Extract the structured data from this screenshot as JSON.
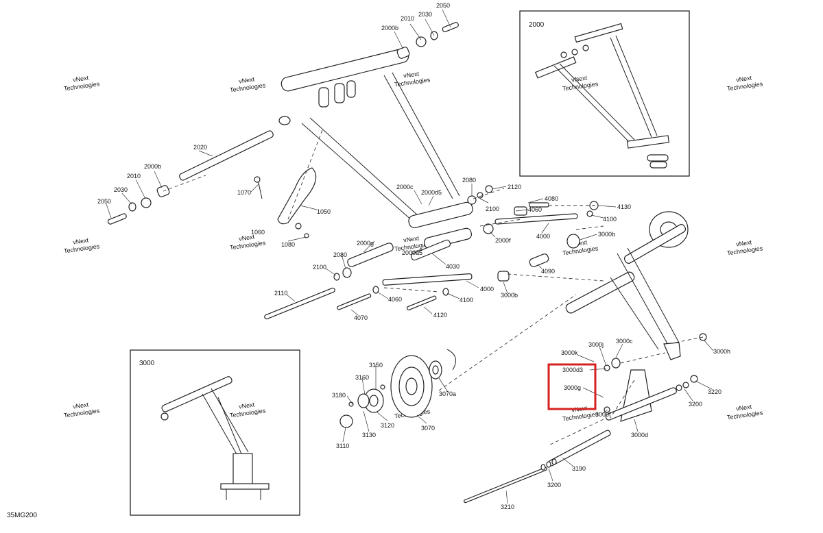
{
  "diagram_code": "35MG200",
  "inset_top": {
    "label": "2000"
  },
  "inset_bottom": {
    "label": "3000"
  },
  "watermark": {
    "line1": "vNext",
    "line2": "Technologies"
  },
  "highlight": {
    "color": "#d62020"
  },
  "callouts": {
    "c2050t": "2050",
    "c2010t": "2010",
    "c2030t": "2030",
    "c2000bt": "2000b",
    "c2020": "2020",
    "c2000bl": "2000b",
    "c2010l": "2010",
    "c2030l": "2030",
    "c2050l": "2050",
    "c1070": "1070",
    "c1050": "1050",
    "c1060": "1060",
    "c1080": "1080",
    "c2000c": "2000c",
    "c2000d5": "2000d5",
    "c2080r": "2080",
    "c2120": "2120",
    "c2100r": "2100",
    "c4080": "4080",
    "c4060r": "4060",
    "c4130": "4130",
    "c4100r": "4100",
    "c4000r": "4000",
    "c3000br": "3000b",
    "c2000f": "2000f",
    "c2000g": "2000g",
    "c2000a5": "2000a5",
    "c2100l": "2100",
    "c2080l": "2080",
    "c4030": "4030",
    "c4090": "4090",
    "c2110": "2110",
    "c4060l": "4060",
    "c4000l": "4000",
    "c3000bl": "3000b",
    "c4100l": "4100",
    "c4070": "4070",
    "c4120": "4120",
    "c3000k": "3000k",
    "c3000j": "3000j",
    "c3000c": "3000c",
    "c3000h": "3000h",
    "c3000d3": "3000d3",
    "c3000g": "3000g",
    "c3000f": "3000f",
    "c3000d": "3000d",
    "c3150": "3150",
    "c3160": "3160",
    "c3180": "3180",
    "c3120": "3120",
    "c3070a": "3070a",
    "c3070": "3070",
    "c3130": "3130",
    "c3110": "3110",
    "c3220": "3220",
    "c3200r": "3200",
    "c3190": "3190",
    "c3200b": "3200",
    "c3210": "3210"
  }
}
